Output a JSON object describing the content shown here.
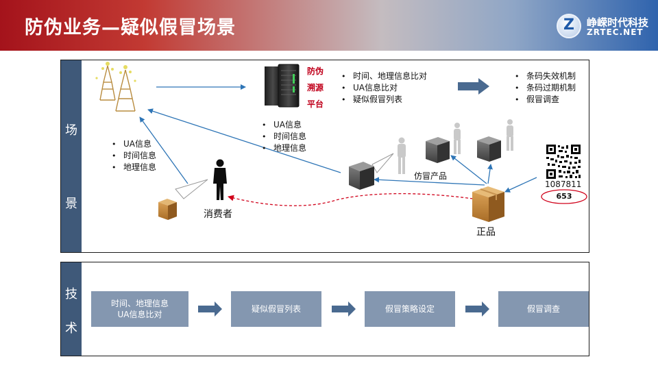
{
  "header": {
    "title": "防伪业务—疑似假冒场景",
    "logo_cn": "峥嵘时代科技",
    "logo_en": "ZRTEC.NET",
    "logo_mark": "Z"
  },
  "scene": {
    "side_label": [
      "场",
      "景"
    ],
    "platform_lines": [
      "防伪",
      "溯源",
      "平台"
    ],
    "platform_bullets": [
      "时间、地理信息比对",
      "UA信息比对",
      "疑似假冒列表"
    ],
    "result_bullets": [
      "条码失效机制",
      "条码过期机制",
      "假冒调查"
    ],
    "fake_info_bullets": [
      "UA信息",
      "时间信息",
      "地理信息"
    ],
    "consumer_info_bullets": [
      "UA信息",
      "时间信息",
      "地理信息"
    ],
    "counterfeit_label": "仿冒产品",
    "consumer_label": "消费者",
    "genuine_label": "正品",
    "barcode_number": "1087811",
    "barcode_code": "653"
  },
  "tech": {
    "side_label": [
      "技",
      "术"
    ],
    "steps": [
      {
        "lines": [
          "时间、地理信息",
          "UA信息比对"
        ]
      },
      {
        "lines": [
          "疑似假冒列表"
        ]
      },
      {
        "lines": [
          "假冒策略设定"
        ]
      },
      {
        "lines": [
          "假冒调查"
        ]
      }
    ]
  },
  "colors": {
    "side_bar": "#3f5979",
    "tech_box": "#8497b0",
    "flow_arrow": "#2e75b6",
    "block_arrow": "#4a6a90",
    "platform_text": "#c0001b",
    "dashed_arrow": "#d0021b"
  }
}
